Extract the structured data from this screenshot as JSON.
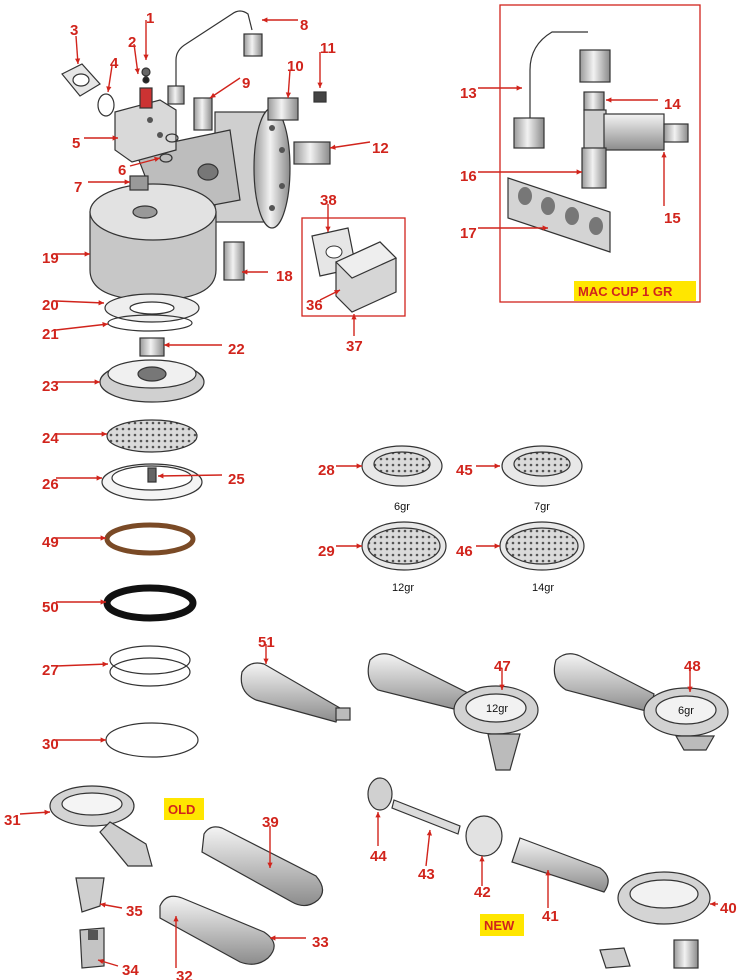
{
  "diagram": {
    "callouts": [
      "1",
      "2",
      "3",
      "4",
      "5",
      "6",
      "7",
      "8",
      "9",
      "10",
      "11",
      "12",
      "13",
      "14",
      "15",
      "16",
      "17",
      "19",
      "20",
      "21",
      "22",
      "23",
      "24",
      "25",
      "26",
      "18",
      "36",
      "37",
      "38",
      "28",
      "29",
      "45",
      "46",
      "49",
      "50",
      "27",
      "30",
      "51",
      "47",
      "48",
      "31",
      "39",
      "35",
      "34",
      "32",
      "33",
      "44",
      "43",
      "42",
      "41",
      "40"
    ],
    "basket_captions": [
      "6gr",
      "7gr",
      "12gr",
      "14gr"
    ],
    "portafilter_captions": [
      "12gr",
      "6gr"
    ],
    "labels": {
      "mac_cup": "MAC CUP 1 GR",
      "old": "OLD",
      "new": "NEW"
    },
    "colors": {
      "callout": "#d1241c",
      "highlight": "#ffe600",
      "part_fill": "#d8d8d8",
      "part_dark": "#8a8a8a"
    }
  }
}
